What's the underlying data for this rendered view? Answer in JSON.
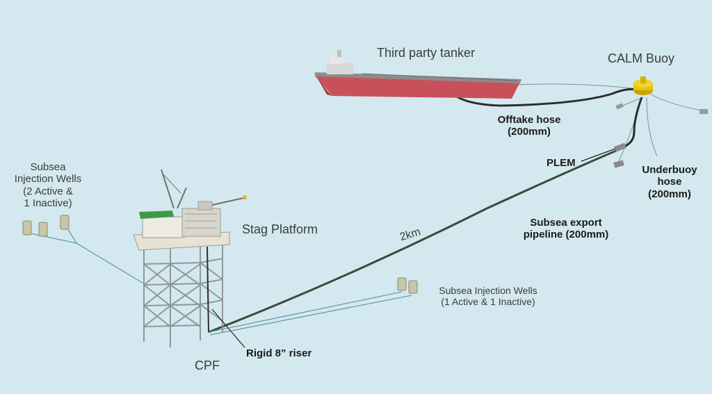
{
  "labels": {
    "tanker": "Third party tanker",
    "calm_buoy": "CALM Buoy",
    "offtake_hose_line1": "Offtake hose",
    "offtake_hose_line2": "(200mm)",
    "plem": "PLEM",
    "underbuoy_line1": "Underbuoy",
    "underbuoy_line2": "hose",
    "underbuoy_line3": "(200mm)",
    "export_line1": "Subsea export",
    "export_line2": "pipeline (200mm)",
    "distance": "2km",
    "stag_platform": "Stag Platform",
    "cpf": "CPF",
    "riser": "Rigid 8” riser",
    "wells_left_line1": "Subsea",
    "wells_left_line2": "Injection Wells",
    "wells_left_line3": "(2 Active &",
    "wells_left_line4": "1 Inactive)",
    "wells_right_line1": "Subsea Injection Wells",
    "wells_right_line2": "(1 Active & 1 Inactive)"
  },
  "colors": {
    "sea": "#d3e9ef",
    "pipeline": "#3a4a3a",
    "hull_red": "#c8505a",
    "hull_grey": "#8c8c8c",
    "buoy_yellow": "#e8c200",
    "helideck_green": "#3e9a4a",
    "structure_grey": "#9aa3a8"
  }
}
